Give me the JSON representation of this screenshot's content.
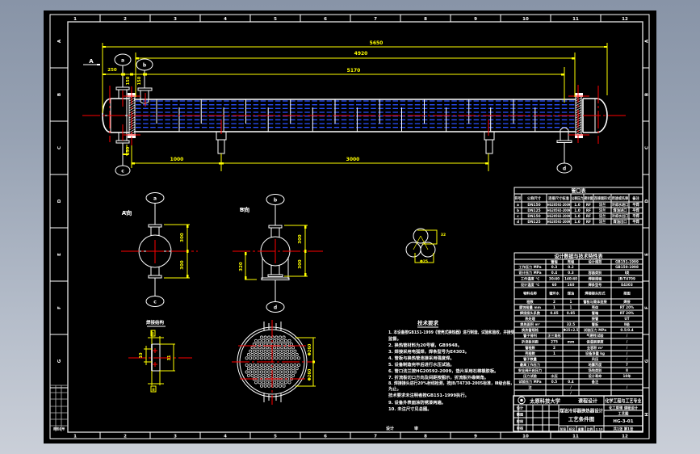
{
  "colors": {
    "background_top": "#8894a7",
    "background_bottom": "#cacfd8",
    "model_space": "#000000",
    "outline": "#ffffff",
    "dimension": "#ffff00",
    "centerline": "#ff0000",
    "tubes": "#2a50ff"
  },
  "frame": {
    "top_zones": [
      "1",
      "2",
      "3",
      "4",
      "5",
      "6",
      "7",
      "8",
      "9",
      "10",
      "11",
      "12"
    ],
    "bottom_zones": [
      "1",
      "2",
      "3",
      "4",
      "5",
      "6",
      "7",
      "8",
      "9",
      "10",
      "11",
      "12"
    ],
    "left_zones": [
      "A",
      "B",
      "C",
      "D",
      "E",
      "F",
      "G"
    ],
    "right_zones": [
      "A",
      "B",
      "C",
      "D",
      "E",
      "F",
      "G",
      "H"
    ],
    "corner_table_label": "底图总号"
  },
  "main_view": {
    "view_arrow_label": "A",
    "nozzle_tags": [
      "a",
      "b",
      "c",
      "d"
    ],
    "dims": {
      "overall_length": "5650",
      "tubesheet_span": "4920",
      "head_to_nozzle_d": "5170",
      "head_to_nozzle_a": "250",
      "nozzle_a_height": "150",
      "nozzle_b_height": "150",
      "nozzle_c_height": "150",
      "support_offset": "1000",
      "support_span": "3000"
    }
  },
  "nozzle_view_a": {
    "label": "A向",
    "tags": [
      "a",
      "c"
    ],
    "dims": [
      "300",
      "300"
    ]
  },
  "nozzle_view_b": {
    "label": "B向",
    "tags": [
      "b",
      "d"
    ],
    "dims": [
      "300",
      "300",
      "320"
    ]
  },
  "tube_layout_symbol": {
    "pitch": "32",
    "tube": "Φ25"
  },
  "tubesheet_view": {
    "dims": [
      "Φ260",
      "Φ260"
    ]
  },
  "weld_detail": {
    "title": "焊接结构",
    "tags": [
      "I",
      "II"
    ],
    "dims": [
      "10",
      "31"
    ]
  },
  "technical_requirements": {
    "title": "技术要求",
    "lines": [
      "1. 本设备按GB151-1999《管壳式换热器》进行制造、试验和验收，并接受",
      "监督。",
      "2. 换热管材料为20号钢，GB9948。",
      "3. 焊接采用电弧焊，焊条型号为E4303。",
      "4. 管板与换热管连接采用强度焊。",
      "5. 设备制造完毕后进行水压试验。",
      "6. 管口法兰按HG20592-2009，垫片采用石棉橡胶板。",
      "7. 折流板切口方向及间距按图示，折流板外缘倒角。",
      "8. 焊接接头进行20%射线检测，按JB/T4730-2005标准，Ⅲ级合格，",
      "为止。",
      "技术要求未注明者按GB151-1999执行。",
      "9. 设备外表面涂防锈漆两遍。",
      "10. 未注尺寸见总图。"
    ],
    "footer_labels": [
      "设计",
      "审"
    ]
  },
  "nozzle_table": {
    "title": "管口表",
    "headers": [
      "符号",
      "公称尺寸",
      "连接尺寸标准",
      "公称压力",
      "密封面",
      "连接面形式",
      "用途或名称",
      "备注"
    ],
    "rows": [
      [
        "a",
        "DN150",
        "HG20592-2009",
        "1.0",
        "RF",
        "法兰",
        "冷却水进口",
        "平焊"
      ],
      [
        "b",
        "DN125",
        "HG20592-2009",
        "1.0",
        "RF",
        "法兰",
        "煤油进口",
        "平焊"
      ],
      [
        "c",
        "DN150",
        "HG20592-2009",
        "1.0",
        "RF",
        "法兰",
        "冷却水出口",
        "平焊"
      ],
      [
        "d",
        "DN125",
        "HG20592-2009",
        "1.0",
        "RF",
        "法兰",
        "煤油出口",
        "平焊"
      ]
    ]
  },
  "design_table": {
    "title": "设计数据与技术特性表",
    "rows": [
      [
        "",
        "管程",
        "壳程",
        "设计规范",
        "GB151-1999"
      ],
      [
        "工作压力 MPa",
        "0.3",
        "0.2",
        "",
        "GB150-1998"
      ],
      [
        "设计压力 MPa",
        "0.4",
        "0.3",
        "容器类别",
        "Ⅰ类"
      ],
      [
        "工作温度 ℃",
        "30/40",
        "140/40",
        "焊接规程",
        "JB/T4709"
      ],
      [
        "设计温度 ℃",
        "60",
        "160",
        "焊条型号",
        "E4303"
      ],
      [
        "物料名称",
        "循环水",
        "煤油",
        "焊接接头形式",
        "按图"
      ],
      [
        "程数",
        "2",
        "1",
        "管板与筒体连接",
        "焊接"
      ],
      [
        "腐蚀裕量 mm",
        "1",
        "1",
        "壳体",
        "RT 20%"
      ],
      [
        "焊接接头系数",
        "0.85",
        "0.85",
        "管箱",
        "RT 20%"
      ],
      [
        "热处理",
        "",
        "",
        "接管",
        "UT"
      ],
      [
        "换热面积 m²",
        "",
        "32.5",
        "管板",
        "Ⅱ级"
      ],
      [
        "换热管规格",
        "",
        "Φ25×2.5",
        "试验压力 MPa",
        "0.5/0.4"
      ],
      [
        "管子排列",
        "正三角形",
        "",
        "气密性试验",
        "/"
      ],
      [
        "折流板间距",
        "275",
        "mm",
        "保温层厚度",
        "/"
      ],
      [
        "管程数",
        "2",
        "",
        "全容积 m³",
        "/"
      ],
      [
        "壳程数",
        "1",
        "",
        "设备净重 kg",
        "/"
      ],
      [
        "管子数量",
        "",
        "",
        "风压",
        "/"
      ],
      [
        "最高工作压力",
        "",
        "",
        "地震烈度",
        "7"
      ],
      [
        "安全阀开启压力",
        "",
        "",
        "场地类别",
        "Ⅱ"
      ],
      [
        "压力试验",
        "水压",
        "",
        "设计寿命",
        "10年"
      ],
      [
        "试验压力 MPa",
        "0.5",
        "0.4",
        "备注",
        ""
      ],
      [
        "注",
        "",
        "/",
        "",
        "/"
      ],
      [
        "",
        "",
        "/",
        "",
        ""
      ]
    ]
  },
  "title_block": {
    "school": "太原科技大学",
    "course": "课程设计",
    "department": "化学工程与工艺专业",
    "drawing_name": [
      "煤油冷却器换热器设计",
      "工艺条件图"
    ],
    "sign_rows": [
      [
        "设计",
        "",
        ""
      ],
      [
        "制图",
        "",
        ""
      ],
      [
        "校核",
        "",
        ""
      ],
      [
        "审核",
        "",
        ""
      ]
    ],
    "stage_row": [
      "阶段",
      "标记",
      "重量",
      "比例",
      "1:10"
    ],
    "right_rows": [
      "化工原理 课程设计",
      "工艺图",
      "HG-3-01",
      "共1张 第1张"
    ]
  }
}
